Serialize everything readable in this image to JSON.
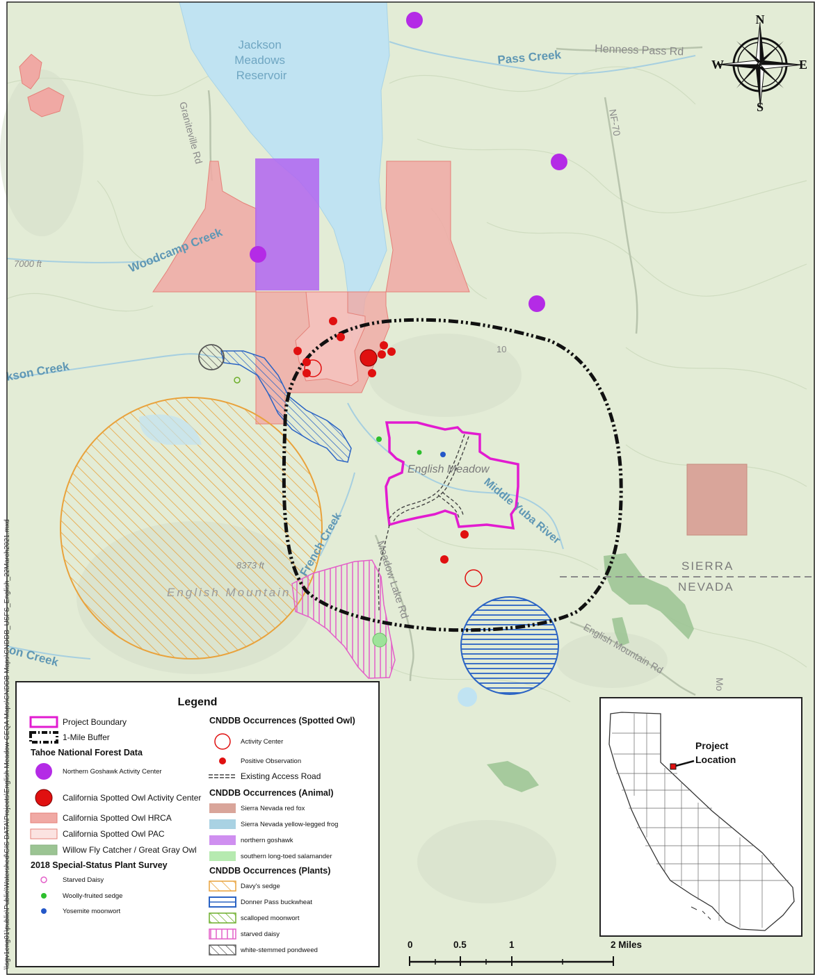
{
  "map": {
    "water_labels": {
      "reservoir": [
        "Jackson",
        "Meadows",
        "Reservoir"
      ],
      "pass_creek": "Pass Creek",
      "woodcamp_creek": "Woodcamp Creek",
      "jackson_creek": "kson Creek",
      "french_creek": "French Creek",
      "middle_yuba": "Middle Yuba River",
      "lower_creek": "on Creek"
    },
    "road_labels": {
      "henness": "Henness Pass Rd",
      "nf70": "NF-70",
      "graniteville": "Graniteville Rd",
      "meadow_lake": "Meadow Lake Rd",
      "english_mtn_rd": "English Mountain Rd",
      "mo": "Mo"
    },
    "terrain_labels": {
      "elev_7000": "7000 ft",
      "elev_8373": "8373 ft",
      "elev_10": "10",
      "english_meadow": "English Meadow",
      "english_mountain": "English Mountain",
      "sierra": "SIERRA",
      "nevada": "NEVADA"
    },
    "side_path": "\\\\sgv1eng01\\public\\Public\\Watershed\\GIS DATA\\Projects\\English Meadow CEQA Maps\\CNDDB Maps\\CNDDB_USFS_English_22March2021.mxd",
    "compass": {
      "n": "N",
      "s": "S",
      "e": "E",
      "w": "W"
    }
  },
  "legend": {
    "title": "Legend",
    "project_boundary": "Project Boundary",
    "buffer": "1-Mile Buffer",
    "tahoe_header": "Tahoe National Forest Data",
    "goshawk_ac": "Northern Goshawk Activity Center",
    "cspo_ac": "California Spotted Owl Activity Center",
    "cspo_hrca": "California Spotted Owl HRCA",
    "cspo_pac": "California Spotted Owl PAC",
    "willow": "Willow Fly Catcher / Great Gray Owl",
    "plant_survey_header": "2018 Special-Status Plant Survey",
    "starved_daisy": "Starved Daisy",
    "woolly_sedge": "Woolly-fruited sedge",
    "yosemite_moonwort": "Yosemite moonwort",
    "spotted_owl_header": "CNDDB Occurrences (Spotted Owl)",
    "activity_center": "Activity Center",
    "positive_obs": "Positive Observation",
    "access_road": "Existing Access Road",
    "animal_header": "CNDDB Occurrences (Animal)",
    "red_fox": "Sierra Nevada red fox",
    "frog": "Sierra Nevada yellow-legged frog",
    "goshawk": "northern goshawk",
    "salamander": "southern long-toed salamander",
    "plants_header": "CNDDB Occurrences (Plants)",
    "davys_sedge": "Davy's sedge",
    "donner_buckwheat": "Donner Pass buckwheat",
    "scalloped_moonwort": "scalloped moonwort",
    "starved_daisy_cnddb": "starved daisy",
    "pondweed": "white-stemmed pondweed"
  },
  "inset": {
    "label_line1": "Project",
    "label_line2": "Location"
  },
  "scale": {
    "l0": "0",
    "l1": "0.5",
    "l2": "1",
    "l3": "2 Miles"
  },
  "colors": {
    "terrain": "#e3ecd6",
    "water": "#c0e3f2",
    "hrca": "#f0a9a4",
    "goshawk": "#b265f0",
    "project_boundary": "#e21bd0",
    "owl_red": "#e01010",
    "davys_sedge": "#e9a23b",
    "donner_buckwheat": "#2a63c4",
    "starved_daisy": "#e35fc8",
    "red_fox": "#d9a59a",
    "willow": "#9bc493"
  }
}
